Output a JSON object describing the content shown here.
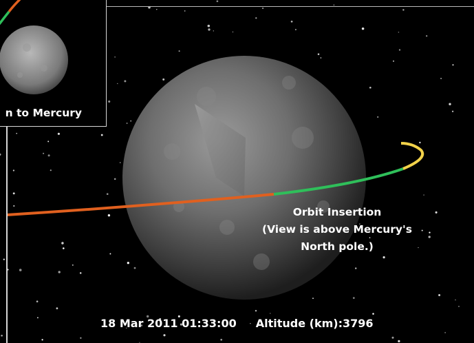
{
  "inset": {
    "caption": "n to Mercury"
  },
  "main_label": {
    "line1": "Orbit Insertion",
    "line2": "(View is above Mercury's",
    "line3": "North pole.)"
  },
  "status": {
    "datetime": "18 Mar 2011 01:33:00",
    "altitude": "Altitude (km):3796"
  },
  "colors": {
    "orbit_orange": "#e0601f",
    "orbit_green": "#2fbf5a",
    "orbit_yellow": "#f2d24a",
    "frame": "#d8d8d8"
  }
}
